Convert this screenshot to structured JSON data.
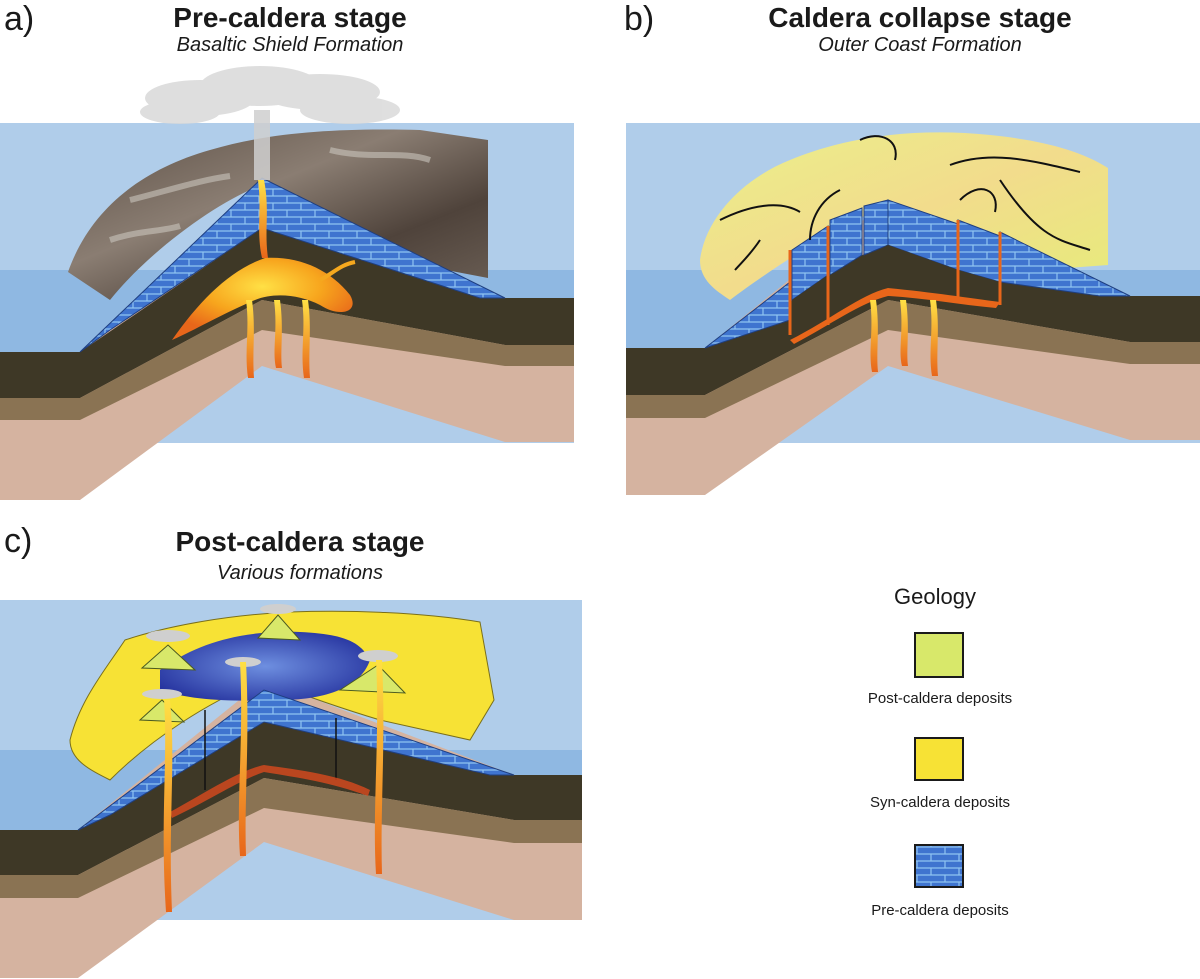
{
  "panels": [
    {
      "letter": "a)",
      "title": "Pre-caldera stage",
      "subtitle": "Basaltic Shield Formation"
    },
    {
      "letter": "b)",
      "title": "Caldera collapse stage",
      "subtitle": "Outer Coast Formation"
    },
    {
      "letter": "c)",
      "title": "Post-caldera stage",
      "subtitle": "Various formations"
    }
  ],
  "legend": {
    "title": "Geology",
    "items": [
      {
        "label": "Post-caldera deposits",
        "color": "#d8e86a"
      },
      {
        "label": "Syn-caldera deposits",
        "color": "#f7e235"
      },
      {
        "label": "Pre-caldera deposits",
        "color": "#3f7fd6"
      }
    ]
  },
  "colors": {
    "sky": "#b0cdea",
    "sea": "#8fb8e2",
    "dark_layer": "#3e3826",
    "mid_layer": "#8a7353",
    "pink_layer": "#d5b3a0",
    "magma": "#f5a81e",
    "lava_edge": "#e8661a",
    "lake": "#2a3aa8"
  }
}
